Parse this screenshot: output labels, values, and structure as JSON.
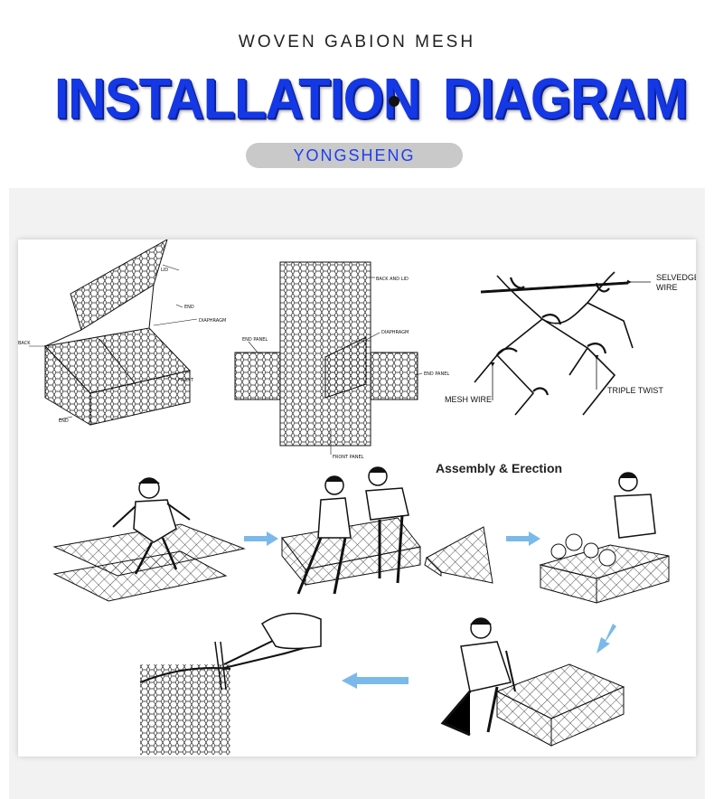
{
  "header": {
    "eyebrow": "WOVEN GABION MESH",
    "title_left": "INSTALLATION",
    "title_right": "DIAGRAM",
    "brand": "YONGSHENG"
  },
  "colors": {
    "title_blue": "#1438e6",
    "brand_blue": "#1e3ef0",
    "pill_gray": "#c9c9c9",
    "arrow_blue": "#7ab9ea",
    "panel_gray": "#f2f2f2"
  },
  "diagram": {
    "box_labels": {
      "lid": "LID",
      "end_top": "END",
      "diaphragm": "DIAPHRAGM",
      "back": "BACK",
      "front": "FRONT",
      "end_bottom": "END"
    },
    "unfold_labels": {
      "back_and_lid": "BACK AND LID",
      "diaphragm": "DIAPHRAGM",
      "end_panel_left": "END PANEL",
      "end_panel_right": "END PANEL",
      "front_panel": "FRONT PANEL"
    },
    "mesh_labels": {
      "selvedge_wire": [
        "SELVEDGE",
        "WIRE"
      ],
      "mesh_wire": "MESH WIRE",
      "triple_twist": "TRIPLE TWIST"
    },
    "assembly_title": "Assembly & Erection"
  }
}
